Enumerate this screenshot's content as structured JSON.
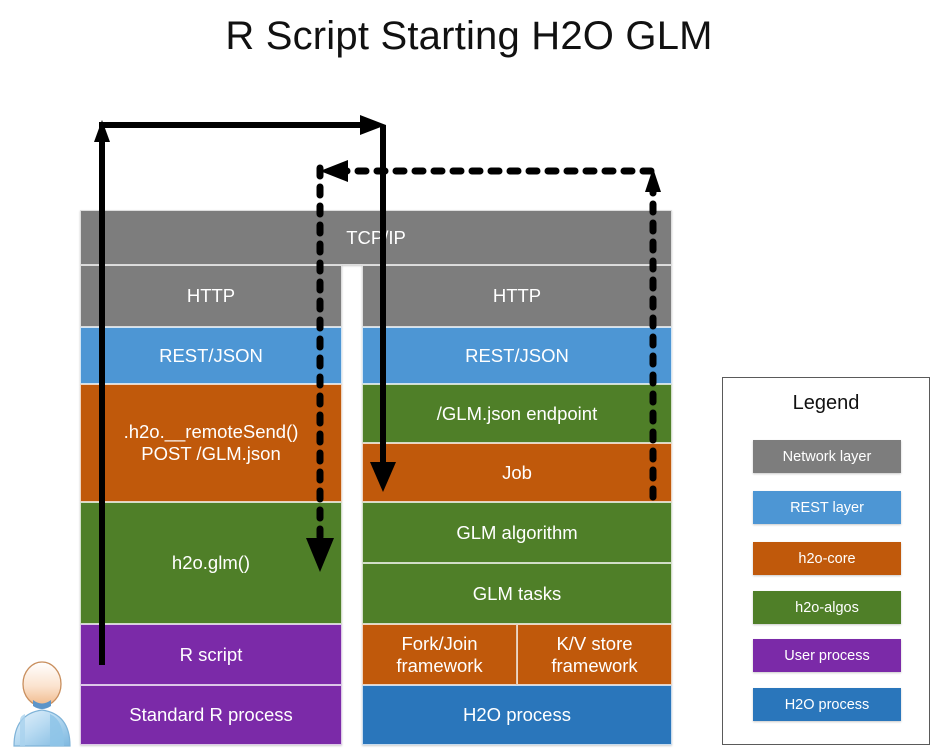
{
  "title": "R Script Starting H2O GLM",
  "colors": {
    "network_layer": "#7d7d7d",
    "rest_layer": "#4d96d4",
    "h2o_core": "#c0590b",
    "h2o_algos": "#4f7f28",
    "user_process": "#7b2aa8",
    "h2o_process": "#2a76bb"
  },
  "network": {
    "tcpip_label": "TCP/IP"
  },
  "left_stack": {
    "name": "standard-r-process-stack",
    "bands": [
      {
        "label": "HTTP",
        "color_key": "network_layer"
      },
      {
        "label": "REST/JSON",
        "color_key": "rest_layer"
      },
      {
        "label": ".h2o.__remoteSend()\nPOST /GLM.json",
        "color_key": "h2o_core"
      },
      {
        "label": "h2o.glm()",
        "color_key": "h2o_algos"
      },
      {
        "label": "R script",
        "color_key": "user_process"
      },
      {
        "label": "Standard R process",
        "color_key": "user_process"
      }
    ]
  },
  "right_stack": {
    "name": "h2o-process-stack",
    "bands": [
      {
        "label": "HTTP",
        "color_key": "network_layer"
      },
      {
        "label": "REST/JSON",
        "color_key": "rest_layer"
      },
      {
        "label": "/GLM.json endpoint",
        "color_key": "h2o_algos"
      },
      {
        "label": "Job",
        "color_key": "h2o_core"
      },
      {
        "label": "GLM algorithm",
        "color_key": "h2o_algos"
      },
      {
        "label": "GLM tasks",
        "color_key": "h2o_algos"
      },
      {
        "label": "Fork/Join\nframework",
        "color_key": "h2o_core"
      },
      {
        "label": "K/V store\nframework",
        "color_key": "h2o_core"
      },
      {
        "label": "H2O process",
        "color_key": "h2o_process"
      }
    ]
  },
  "legend": {
    "title": "Legend",
    "items": [
      {
        "label": "Network layer",
        "color": "#7d7d7d"
      },
      {
        "label": "REST layer",
        "color": "#4d96d4"
      },
      {
        "label": "h2o-core",
        "color": "#c0590b"
      },
      {
        "label": "h2o-algos",
        "color": "#4f7f28"
      },
      {
        "label": "User process",
        "color": "#7b2aa8"
      },
      {
        "label": "H2O process",
        "color": "#2a76bb"
      }
    ]
  },
  "flow": {
    "request_arrow": "solid-request-r-to-h2o",
    "response_arrow": "dashed-response-h2o-to-r"
  }
}
